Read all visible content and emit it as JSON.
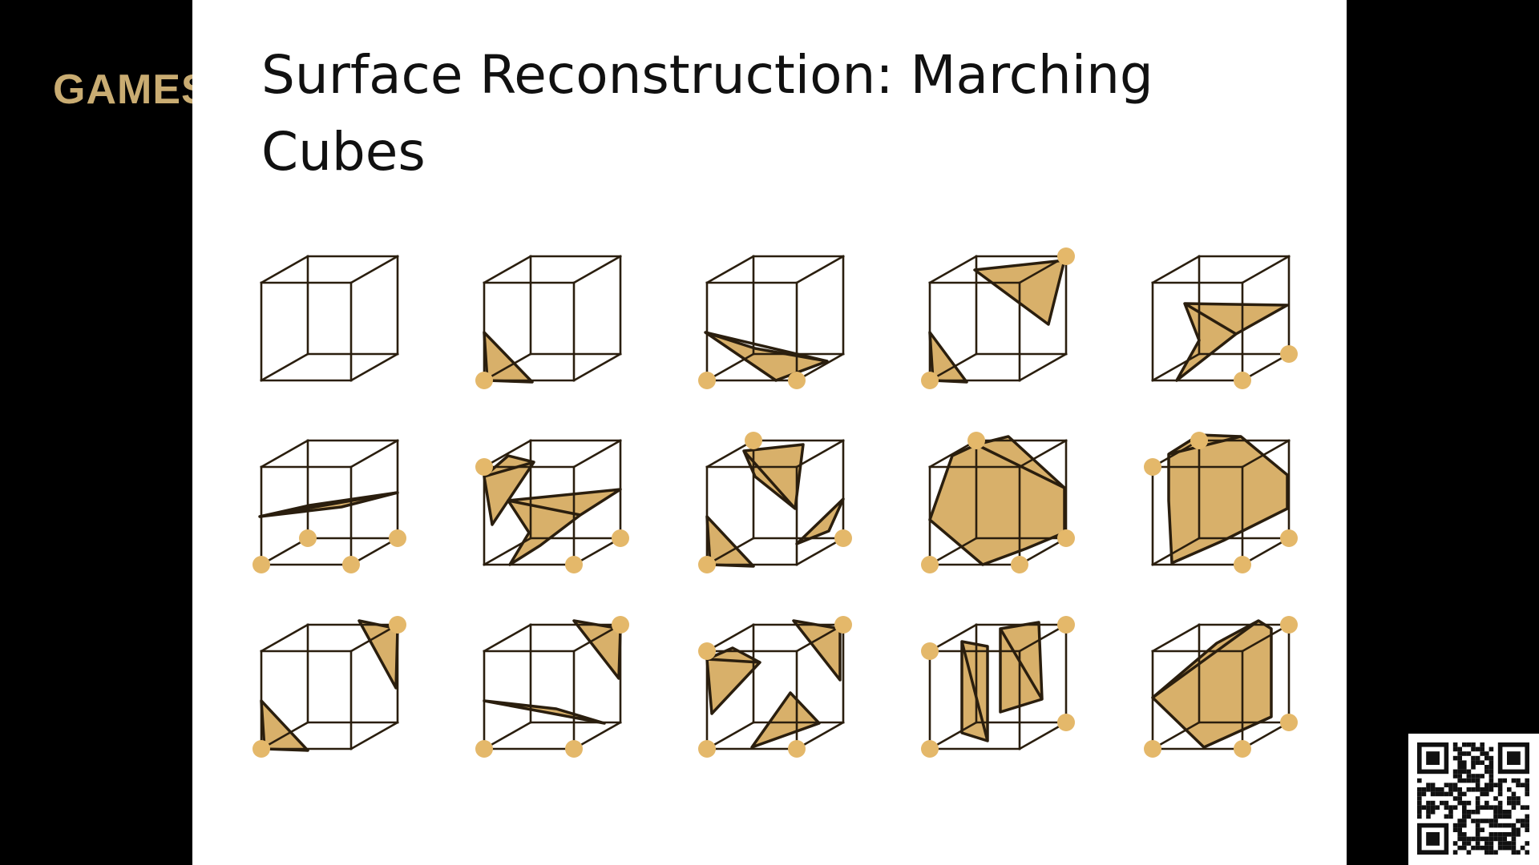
{
  "slide": {
    "title": "Surface Reconstruction: Marching Cubes"
  },
  "watermark": {
    "text": "GAMES"
  },
  "figure": {
    "name": "marching-cubes-15-cases",
    "case_count": 15,
    "colors": {
      "surface": "#d8b06a",
      "vertex": "#e4b86a",
      "edge": "#2a1e0e",
      "slide_background": "#ffffff",
      "frame_background": "#000000",
      "logo": "#c9ac72"
    }
  },
  "qr_code": {
    "icon": "qr-code-icon"
  }
}
